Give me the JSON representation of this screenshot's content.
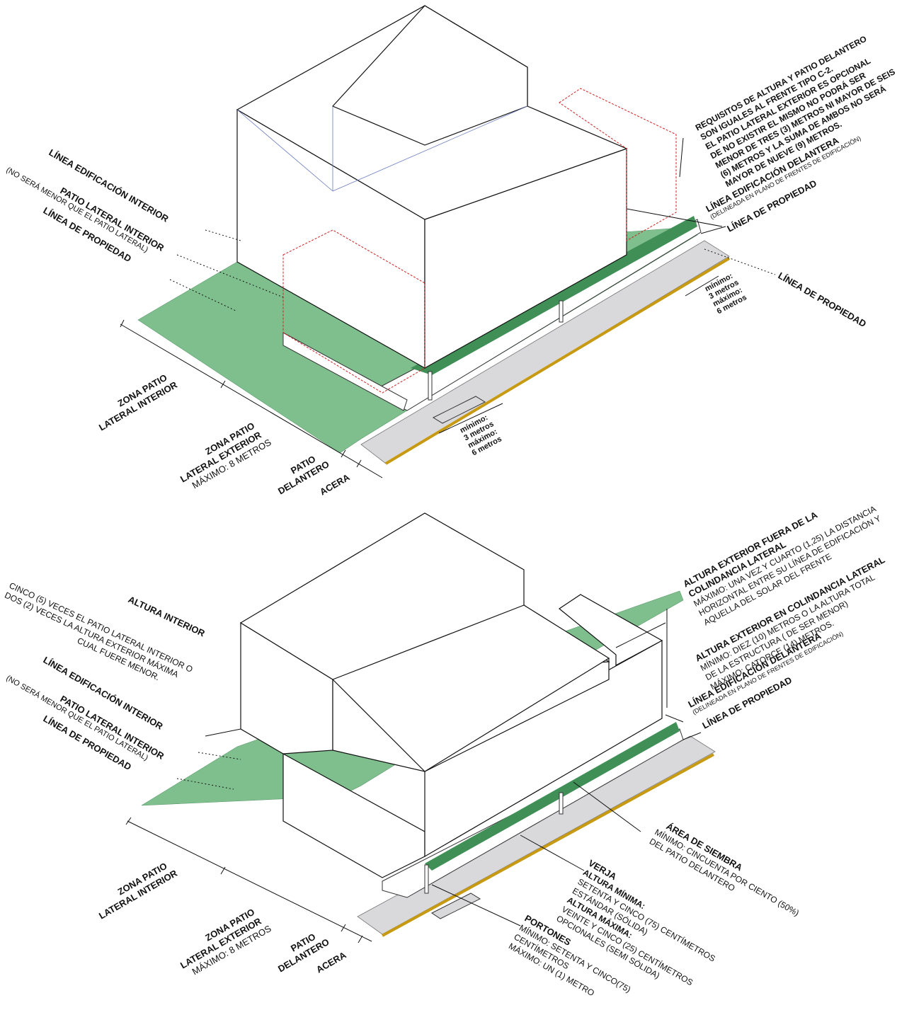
{
  "top": {
    "note_lines": [
      "REQUISITOS DE ALTURA Y PATIO DELANTERO",
      "SON IGUALES AL FRENTE TIPO C-2.",
      "EL PATIO LATERAL EXTERIOR ES OPCIONAL",
      "DE NO EXISTIR EL MISMO NO PODRÁ SER",
      "MENOR DE TRES (3) METROS NI MAYOR DE SEIS",
      "(6) METROS Y LA SUMA DE AMBOS NO SERÁ",
      "MAYOR DE NUEVE (9) METROS."
    ],
    "linea_delantera": "LÍNEA EDIFICACIÓN DELANTERA",
    "linea_delantera_sub": "(DELINEADA EN PLANO DE FRENTES DE EDIFICACIÓN)",
    "linea_propiedad_right": "LÍNEA DE PROPIEDAD",
    "linea_propiedad_far": "LÍNEA DE PROPIEDAD",
    "right_dim": [
      "mínimo:",
      "3 metros",
      "máximo:",
      "6 metros"
    ],
    "front_dim": [
      "mínimo:",
      "3 metros",
      "máximo:",
      "6 metros"
    ],
    "left_labels": {
      "linea_interior": "LÍNEA EDIFICACIÓN INTERIOR",
      "patio_lateral_interior": "PATIO LATERAL INTERIOR",
      "patio_lateral_interior_sub": "(NO SERÁ MENOR QUE EL PATIO LATERAL)",
      "linea_propiedad": "LÍNEA DE PROPIEDAD"
    },
    "zones": {
      "zona_interior_1": "ZONA PATIO",
      "zona_interior_2": "LATERAL INTERIOR",
      "zona_exterior_1": "ZONA PATIO",
      "zona_exterior_2": "LATERAL EXTERIOR",
      "zona_exterior_3": "MÁXIMO: 8 METROS",
      "patio_1": "PATIO",
      "patio_2": "DELANTERO",
      "acera": "ACERA"
    }
  },
  "bottom": {
    "altura_fuera_lines": [
      "ALTURA EXTERIOR FUERA DE LA",
      "COLINDANCIA LATERAL",
      "MÁXIMO: UNA VEZ Y CUARTO (1,25) LA DISTANCIA",
      "HORIZONTAL ENTRE SU LÍNEA DE EDIFICACIÓN Y",
      "AQUELLA DEL SOLAR DEL FRENTE"
    ],
    "altura_en_lines": [
      "ALTURA EXTERIOR EN COLINDANCIA LATERAL",
      "MÍNIMO: DIEZ (10) METROS O LA ALTURA TOTAL",
      "DE LA ESTRUCTURA ( DE SER MENOR)",
      "MÁXIMO: CATORCE (14) METROS."
    ],
    "linea_delantera": "LÍNEA EDIFICACIÓN DELANTERA",
    "linea_delantera_sub": "(DELINEADA EN PLANO DE FRENTES DE EDIFICACIÓN)",
    "linea_propiedad_right": "LÍNEA DE PROPIEDAD",
    "altura_interior_lines": [
      "ALTURA INTERIOR",
      "CINCO (5) VECES EL PATIO LATERAL INTERIOR O",
      "DOS (2) VECES LA ALTURA EXTERIOR MÁXIMA",
      "CUAL FUERE MENOR."
    ],
    "left_labels": {
      "linea_interior": "LÍNEA EDIFICACIÓN INTERIOR",
      "patio_lateral_interior": "PATIO LATERAL INTERIOR",
      "patio_lateral_interior_sub": "(NO SERÁ MENOR QUE EL PATIO LATERAL)",
      "linea_propiedad": "LÍNEA DE PROPIEDAD"
    },
    "zones": {
      "zona_interior_1": "ZONA PATIO",
      "zona_interior_2": "LATERAL INTERIOR",
      "zona_exterior_1": "ZONA PATIO",
      "zona_exterior_2": "LATERAL EXTERIOR",
      "zona_exterior_3": "MÁXIMO: 8 METROS",
      "patio_1": "PATIO",
      "patio_2": "DELANTERO",
      "acera": "ACERA"
    },
    "siembra_lines": [
      "ÁREA DE SIEMBRA",
      "MÍNIMO: CINCUENTA POR CIENTO (50%)",
      "DEL PATIO DELANTERO"
    ],
    "verja_lines": [
      "VERJA",
      "ALTURA MÍNIMA:",
      "SETENTA Y CINCO (75) CENTÍMETROS",
      "ESTÁNDAR (SÓLIDA)",
      "ALTURA MÁXIMA:",
      "VEINTE Y CINCO (25) CENTÍMETROS",
      "OPCIONALES (SEMI SÓLIDA)"
    ],
    "portones_lines": [
      "PORTONES",
      "MÍNIMO: SETENTA Y CINCO(75)",
      "CENTÍMETROS",
      "MÁXIMO: UN (1) METRO"
    ]
  },
  "colors": {
    "grass": "#7fbf8e",
    "sidewalk": "#d9d9dc",
    "curb": "#c79a12",
    "optional_volume": "#d02020"
  }
}
